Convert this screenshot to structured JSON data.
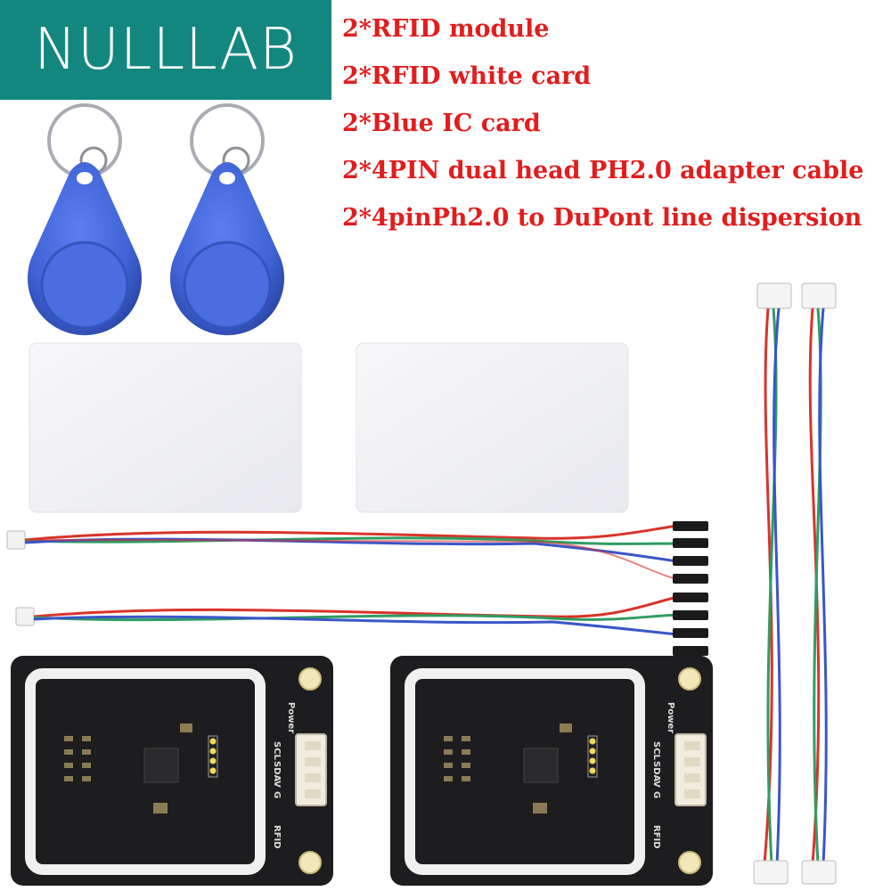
{
  "brand": {
    "logo_text": "NULLLAB",
    "logo_color": "#13877f"
  },
  "contents": {
    "text_color": "#e11d1d",
    "items": [
      "2*RFID module",
      "2*RFID white card",
      "2*Blue IC card",
      "2*4PIN dual head PH2.0 adapter cable",
      "2*4pinPh2.0 to DuPont line dispersion"
    ]
  },
  "board": {
    "power_label": "Power",
    "pin_labels": [
      "SCL",
      "SDA",
      "V",
      "G"
    ],
    "name_label": "RFID"
  },
  "product_colors": {
    "keyfob_blue": "#3f63d6",
    "card_white": "#f3f3f5",
    "pcb_black": "#1d1d1f",
    "wire_red": "#d8342a",
    "wire_green": "#2f9c62",
    "wire_blue": "#3a56c8"
  }
}
